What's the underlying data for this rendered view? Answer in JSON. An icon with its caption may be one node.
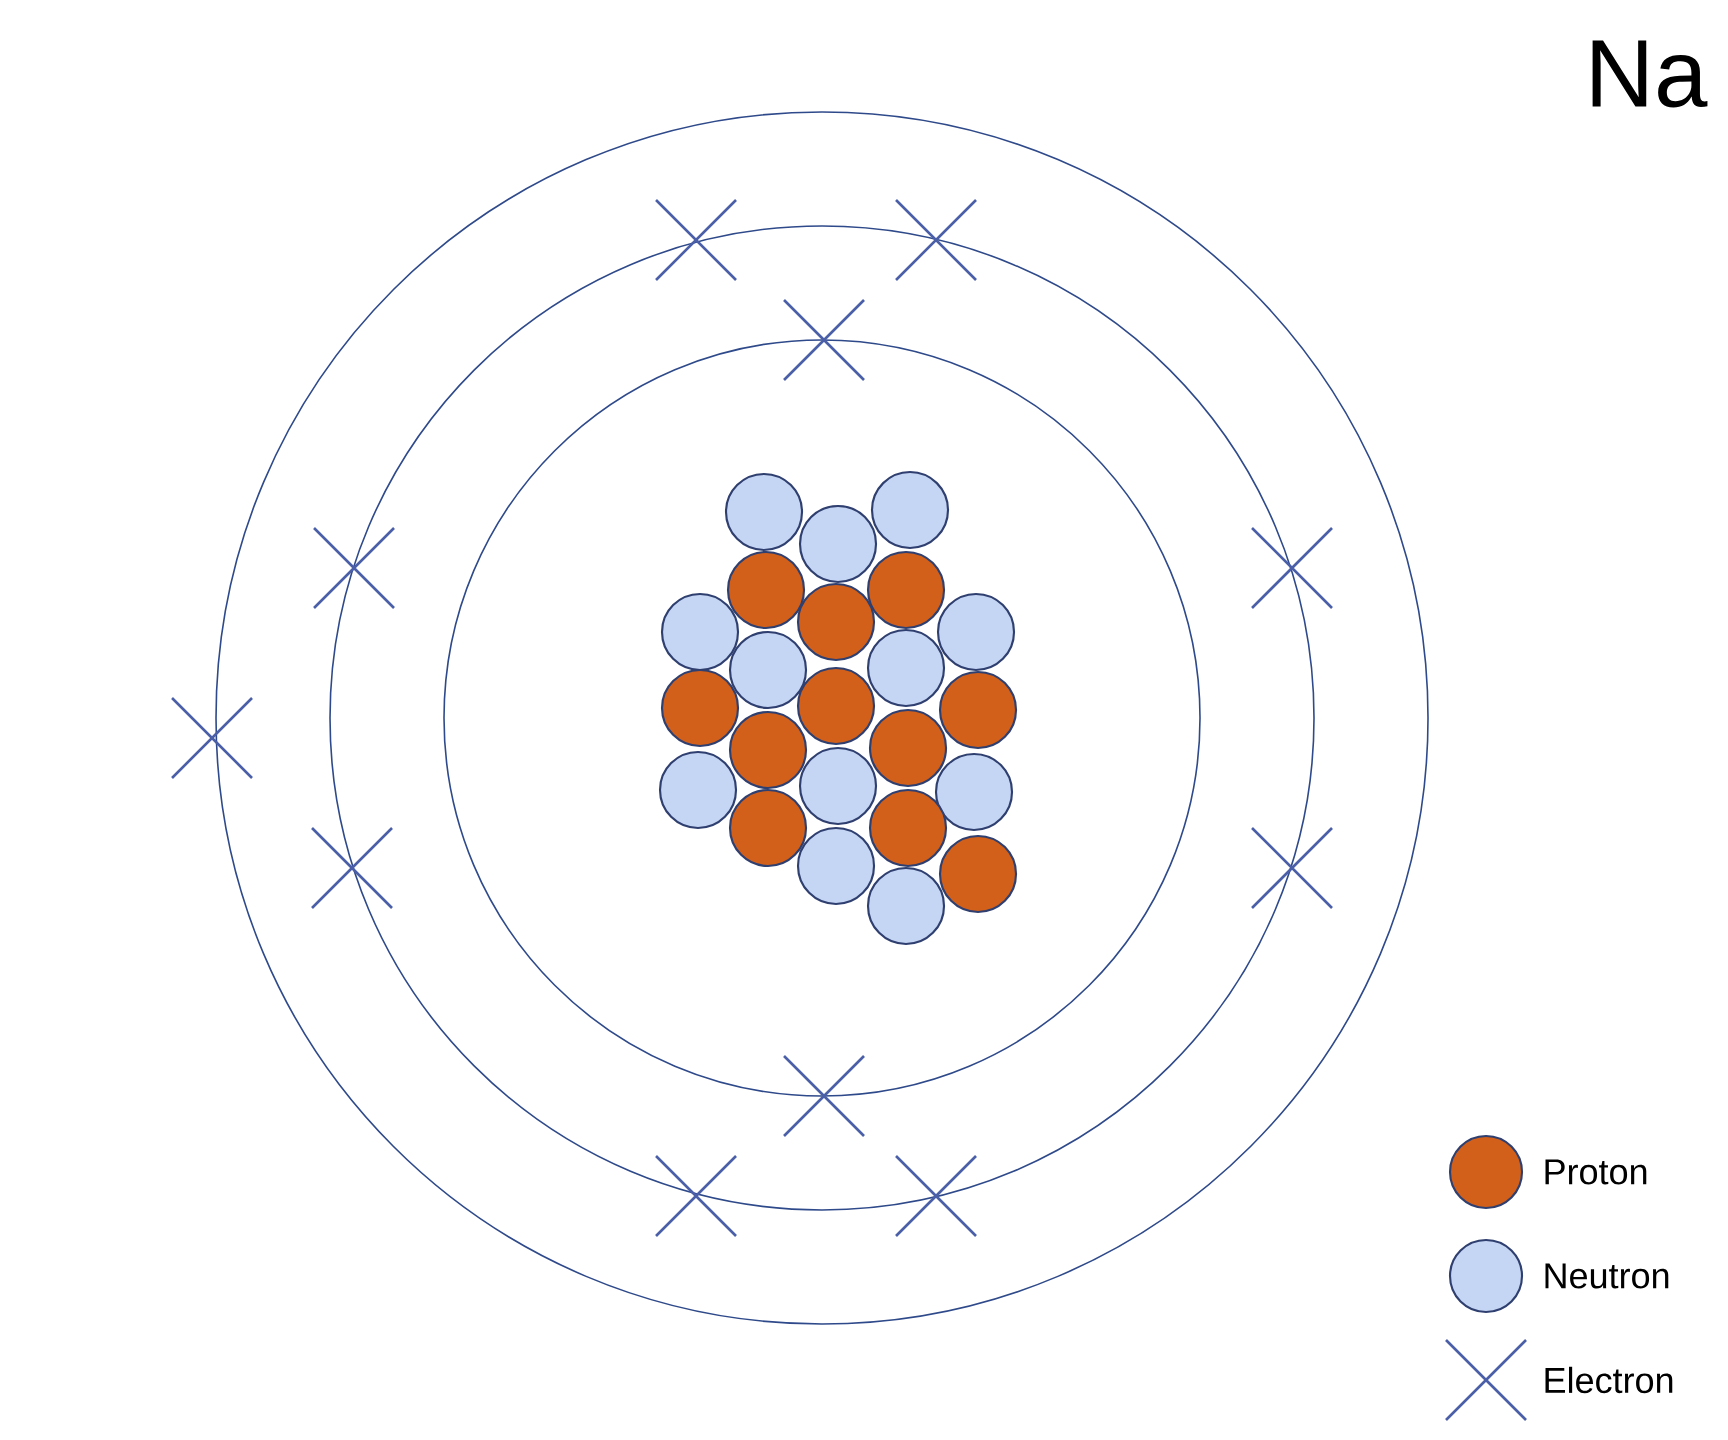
{
  "diagram": {
    "title": "Na",
    "legend": [
      {
        "text": "Proton",
        "color": "#d2601a"
      },
      {
        "text": "Neutron",
        "color": "#c5d5f4"
      },
      {
        "text": "Electron"
      }
    ]
  }
}
